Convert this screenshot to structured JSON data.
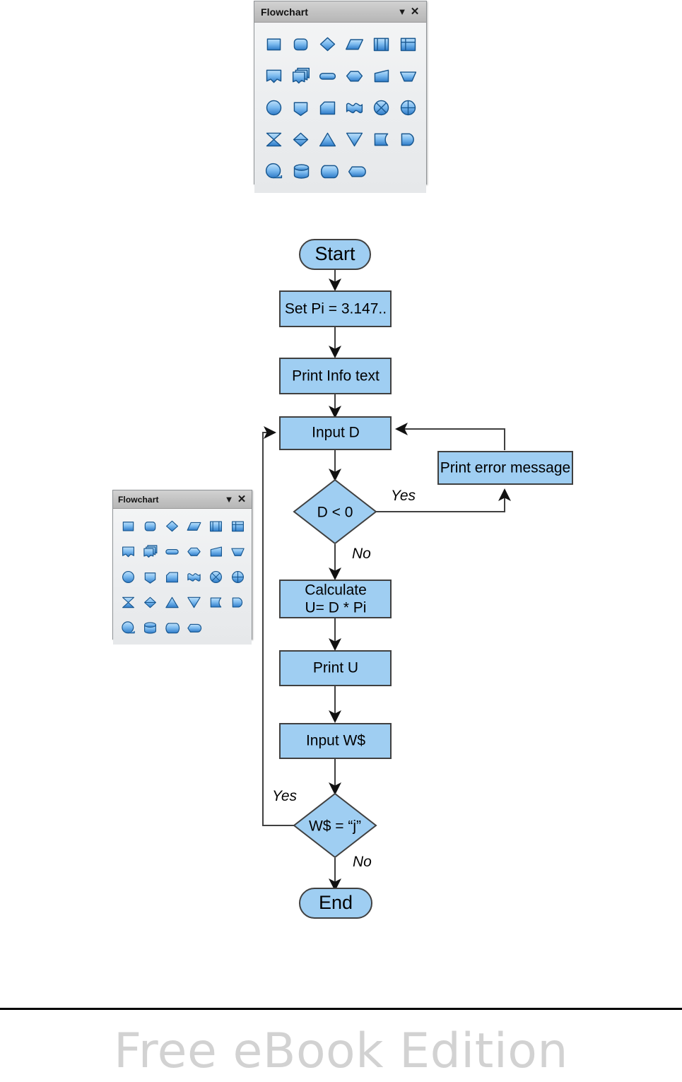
{
  "toolbars": [
    {
      "id": "toolbar-top",
      "title": "Flowchart",
      "dropdown_icon": "chevron-down-icon",
      "close_icon": "close-icon",
      "rows": [
        [
          "flowchart-process",
          "flowchart-alternate-process",
          "flowchart-decision",
          "flowchart-data",
          "flowchart-predefined-process",
          "flowchart-internal-storage"
        ],
        [
          "flowchart-document",
          "flowchart-multidocument",
          "flowchart-terminator",
          "flowchart-preparation",
          "flowchart-manual-input",
          "flowchart-manual-operation"
        ],
        [
          "flowchart-connector",
          "flowchart-off-page-connector",
          "flowchart-card",
          "flowchart-punched-tape",
          "flowchart-summing-junction",
          "flowchart-or"
        ],
        [
          "flowchart-collate",
          "flowchart-sort",
          "flowchart-extract",
          "flowchart-merge",
          "flowchart-stored-data",
          "flowchart-delay"
        ],
        [
          "flowchart-sequential-access",
          "flowchart-magnetic-disc",
          "flowchart-direct-access-storage",
          "flowchart-display"
        ]
      ]
    },
    {
      "id": "toolbar-left",
      "title": "Flowchart",
      "dropdown_icon": "chevron-down-icon",
      "close_icon": "close-icon",
      "rows": [
        [
          "flowchart-process",
          "flowchart-alternate-process",
          "flowchart-decision",
          "flowchart-data",
          "flowchart-predefined-process",
          "flowchart-internal-storage"
        ],
        [
          "flowchart-document",
          "flowchart-multidocument",
          "flowchart-terminator",
          "flowchart-preparation",
          "flowchart-manual-input",
          "flowchart-manual-operation"
        ],
        [
          "flowchart-connector",
          "flowchart-off-page-connector",
          "flowchart-card",
          "flowchart-punched-tape",
          "flowchart-summing-junction",
          "flowchart-or"
        ],
        [
          "flowchart-collate",
          "flowchart-sort",
          "flowchart-extract",
          "flowchart-merge",
          "flowchart-stored-data",
          "flowchart-delay"
        ],
        [
          "flowchart-sequential-access",
          "flowchart-magnetic-disc",
          "flowchart-direct-access-storage",
          "flowchart-display"
        ]
      ]
    }
  ],
  "colors": {
    "node_fill": "#9FCEF2",
    "node_stroke": "#404040",
    "connector_stroke": "#404040",
    "toolbar_icon_light": "#9CD0F5",
    "toolbar_icon_dark": "#1F6FC4",
    "toolbar_icon_stroke": "#17568F",
    "footer_text": "#D2D2D2"
  },
  "flowchart": {
    "nodes": {
      "start": "Start",
      "set_pi": "Set Pi = 3.147..",
      "print_info": "Print Info text",
      "input_d": "Input D",
      "decision_d": "D < 0",
      "print_error": "Print error message",
      "calculate_line1": "Calculate",
      "calculate_line2": "U= D * Pi",
      "print_u": "Print U",
      "input_w": "Input W$",
      "decision_w": "W$ = “j”",
      "end": "End"
    },
    "edge_labels": {
      "d_yes": "Yes",
      "d_no": "No",
      "w_yes": "Yes",
      "w_no": "No"
    }
  },
  "footer": {
    "watermark": "Free eBook Edition"
  }
}
